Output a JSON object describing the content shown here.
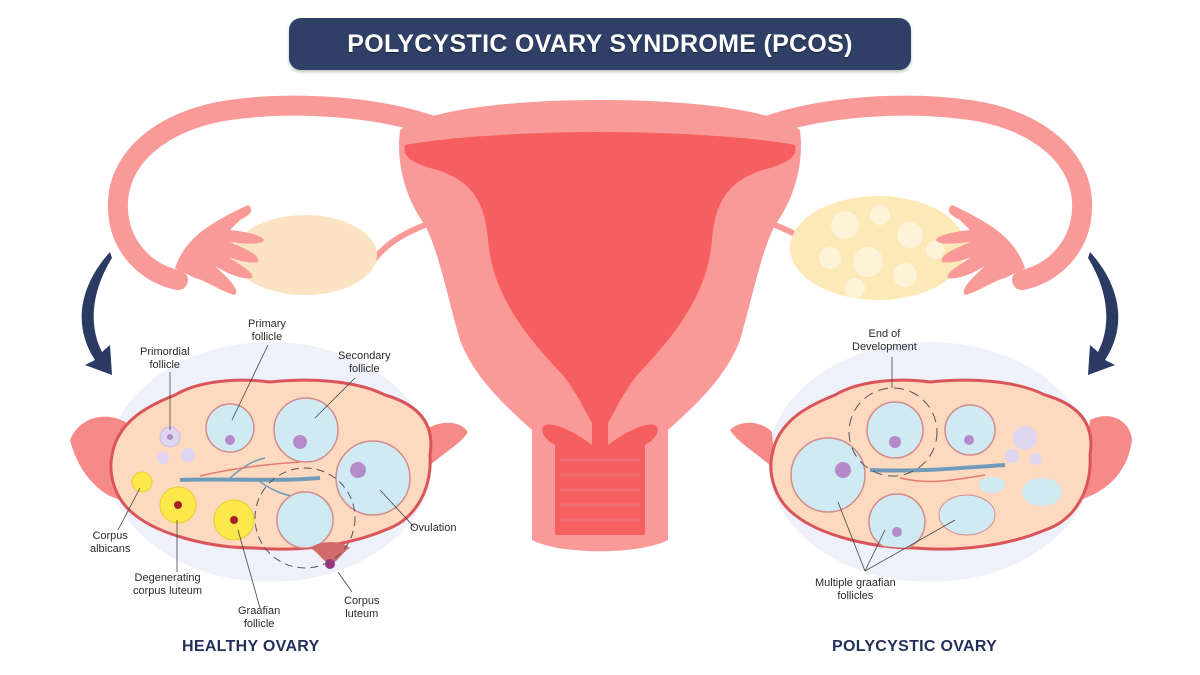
{
  "title": "POLYCYSTIC OVARY SYNDROME (PCOS)",
  "colors": {
    "banner": "#2f3f66",
    "uterus_outer": "#f99a98",
    "uterus_inner": "#f65f5f",
    "ovary_tissue": "#fce3c4",
    "ovary_border": "#d9555a",
    "follicle_fill": "#cfeaf3",
    "oocyte": "#b58ac8",
    "corpus_yellow": "#fbe94c",
    "arrow": "#2b3a63",
    "halo": "#eef1fa"
  },
  "healthy_ovary": {
    "caption": "HEALTHY OVARY",
    "labels": {
      "primary_follicle": [
        "Primary",
        "follicle"
      ],
      "primordial_follicle": [
        "Primordial",
        "follicle"
      ],
      "secondary_follicle": [
        "Secondary",
        "follicle"
      ],
      "ovulation": [
        "Ovulation"
      ],
      "corpus_albicans": [
        "Corpus",
        "albicans"
      ],
      "degenerating_corpus_luteum": [
        "Degenerating",
        "corpus luteum"
      ],
      "graafian_follicle": [
        "Graafian",
        "follicle"
      ],
      "corpus_luteum": [
        "Corpus",
        "luteum"
      ]
    }
  },
  "polycystic_ovary": {
    "caption": "POLYCYSTIC OVARY",
    "labels": {
      "end_of_development": [
        "End of",
        "Development"
      ],
      "multiple_graafian_follicles": [
        "Multiple graafian",
        "follicles"
      ]
    }
  }
}
